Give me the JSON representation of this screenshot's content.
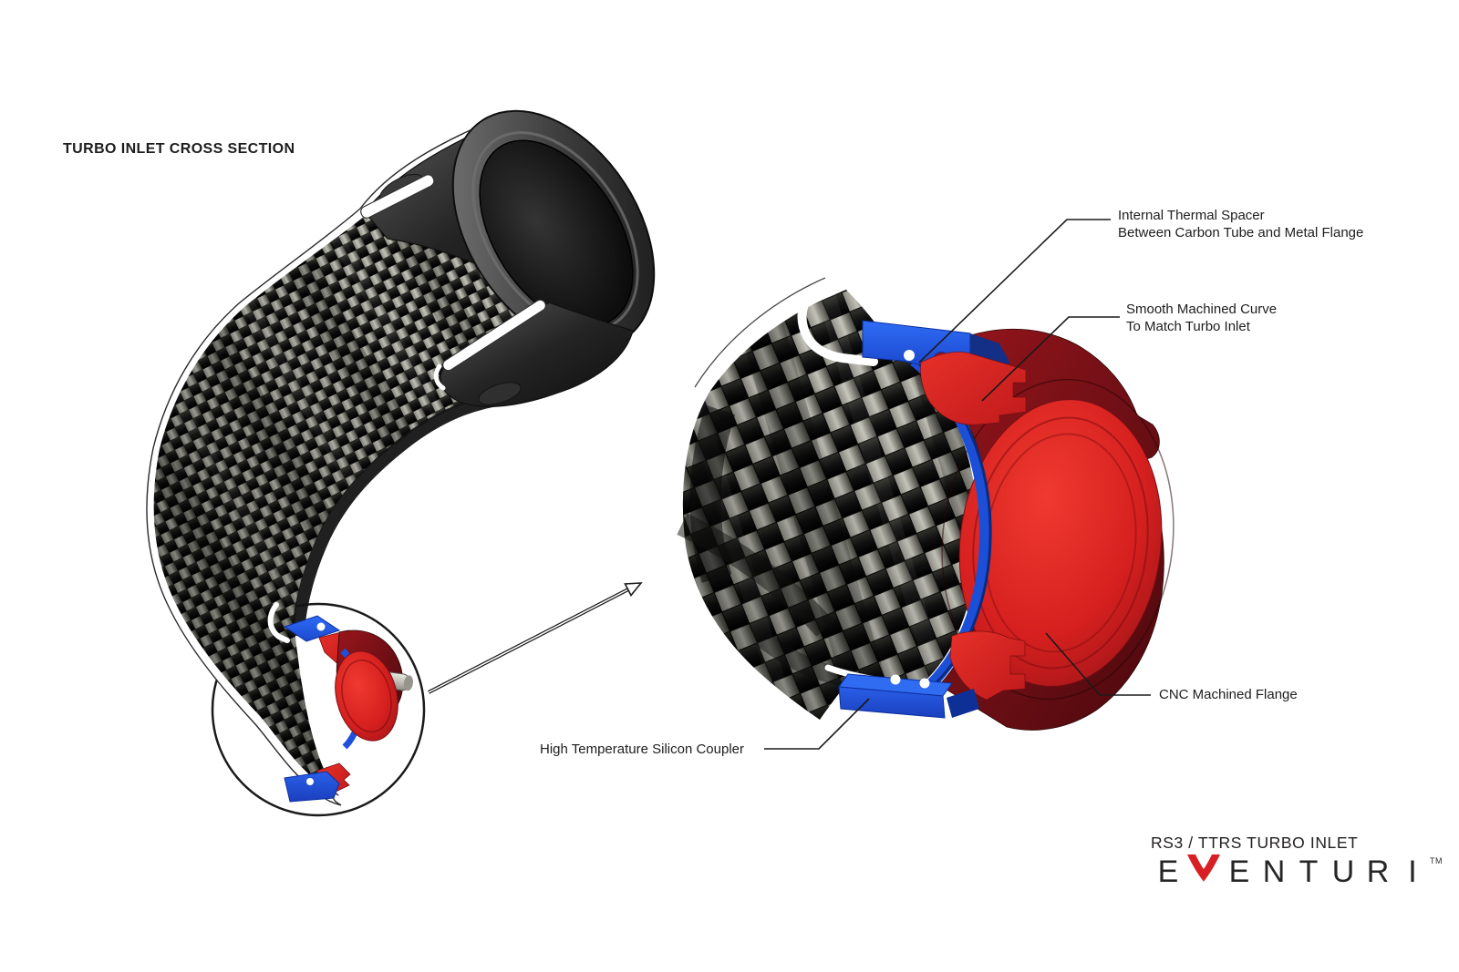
{
  "title": "TURBO INLET CROSS SECTION",
  "callouts": {
    "thermal_spacer_line1": "Internal Thermal Spacer",
    "thermal_spacer_line2": "Between Carbon Tube and Metal Flange",
    "machined_curve_line1": "Smooth Machined Curve",
    "machined_curve_line2": "To Match Turbo Inlet",
    "cnc_flange": "CNC Machined Flange",
    "silicon_coupler": "High Temperature Silicon Coupler"
  },
  "branding": {
    "product_line": "RS3 / TTRS TURBO INLET",
    "brand": "EVENTURI",
    "trademark": "TM"
  },
  "colors": {
    "accent_red": "#d81f23",
    "bright_red_cut": "#d92323",
    "dark_red_flange": "#7c1015",
    "coupler_blue": "#2057e8",
    "navy_blue": "#0d2f96",
    "text": "#1d1d1d",
    "metal_pin": "#cfcdc6",
    "background": "#ffffff"
  }
}
